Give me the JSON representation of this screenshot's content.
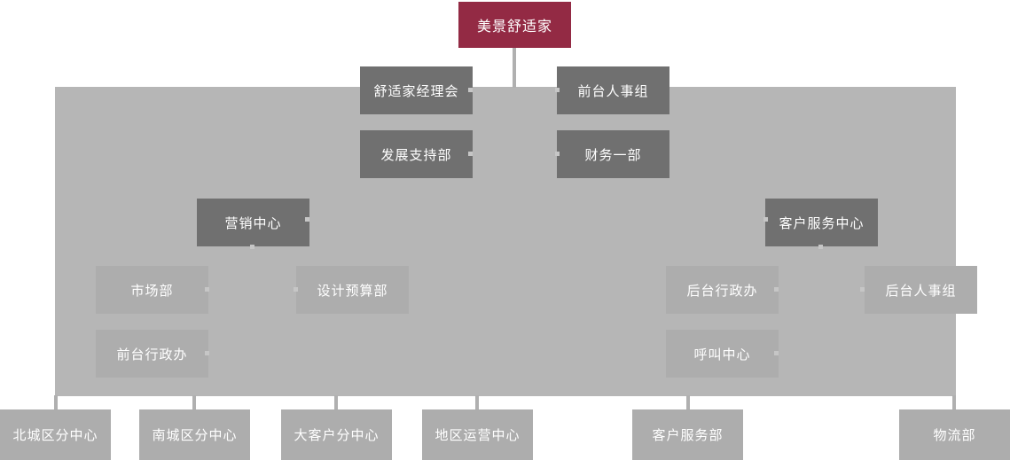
{
  "org": {
    "root": "美景舒适家",
    "divisions": [
      "舒适家经理会",
      "前台人事组",
      "发展支持部",
      "财务一部",
      "营销中心",
      "客户服务中心"
    ],
    "departments": [
      "市场部",
      "设计预算部",
      "后台行政办",
      "后台人事组",
      "前台行政办",
      "呼叫中心"
    ],
    "branches": [
      "北城区分中心",
      "南城区分中心",
      "大客户分中心",
      "地区运营中心",
      "客户服务部",
      "物流部"
    ]
  },
  "colors": {
    "root_box": "#932a44",
    "division_box": "#707070",
    "department_box": "#adadad",
    "branch_box": "#adadad",
    "canvas_panel": "#b6b6b6",
    "connector": "#b0b0b0",
    "stub": "#c6c6c6",
    "text": "#ffffff"
  }
}
